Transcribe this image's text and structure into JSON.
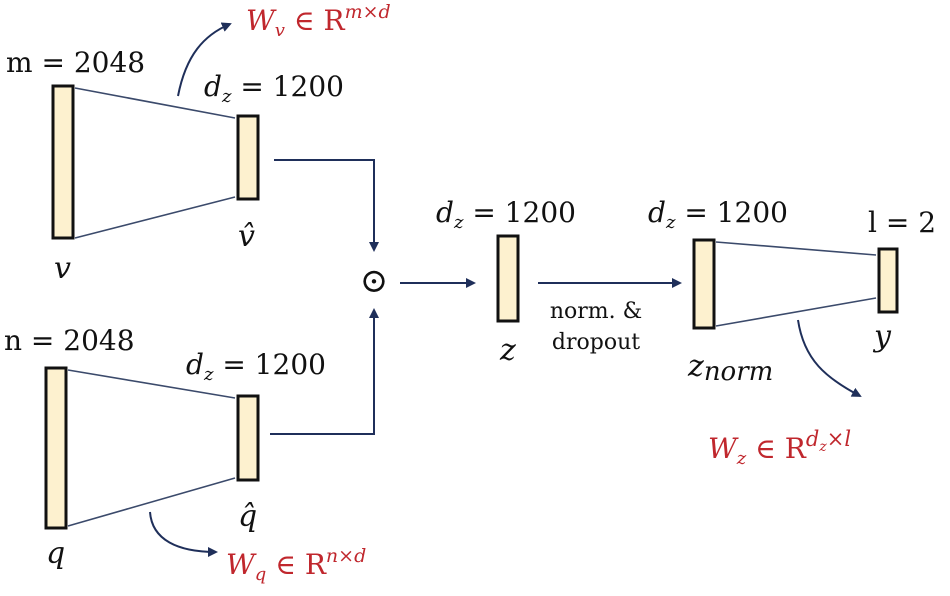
{
  "input_v": {
    "dim": "m = 2048",
    "label": "v"
  },
  "input_q": {
    "dim": "n = 2048",
    "label": "q"
  },
  "proj_v": {
    "dim_d": "d",
    "dim_sub": "z",
    "dim_rest": " = 1200",
    "label": "v̂"
  },
  "proj_q": {
    "dim_d": "d",
    "dim_sub": "z",
    "dim_rest": " = 1200",
    "label": "q̂"
  },
  "fused_z": {
    "dim_d": "d",
    "dim_sub": "z",
    "dim_rest": " = 1200",
    "label": "z"
  },
  "norm_z": {
    "dim_d": "d",
    "dim_sub": "z",
    "dim_rest": " = 1200",
    "label_main": "z",
    "label_sub": "norm"
  },
  "output_y": {
    "dim": "l = 2",
    "label": "y"
  },
  "operator": "⊙",
  "norm_step": {
    "line1": "norm. &",
    "line2": "dropout"
  },
  "weights": {
    "w_v": {
      "W": "W",
      "sub": "v",
      "rest": " ∈ R",
      "sup": "m×d"
    },
    "w_q": {
      "W": "W",
      "sub": "q",
      "rest": " ∈ R",
      "sup": "n×d"
    },
    "w_z": {
      "W": "W",
      "sub": "z",
      "rest": " ∈ R",
      "sup_main": "d",
      "sup_sub": "z",
      "sup_rest": "×l"
    }
  },
  "colors": {
    "bar_fill": "#fdf1cf",
    "weight_text": "#c0272d",
    "arrow": "#1f2f5a"
  }
}
